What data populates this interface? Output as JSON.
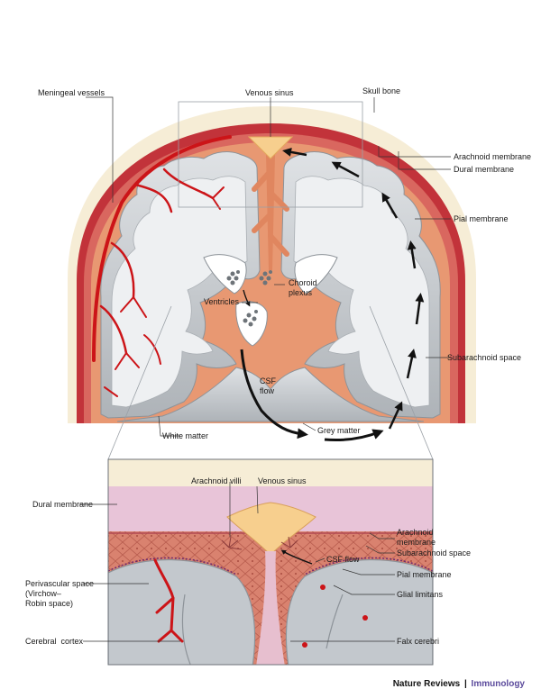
{
  "labels": {
    "meningeal_vessels": "Meningeal vessels",
    "venous_sinus_top": "Venous sinus",
    "skull_bone": "Skull bone",
    "arachnoid_membrane_top": "Arachnoid membrane",
    "dural_membrane_top": "Dural membrane",
    "pial_membrane_top": "Pial membrane",
    "choroid_plexus": "Choroid\nplexus",
    "ventricles": "Ventricles",
    "subarachnoid_space_top": "Subarachnoid space",
    "csf_flow_top": "CSF\nflow",
    "white_matter": "White matter",
    "grey_matter": "Grey matter",
    "arachnoid_villi": "Arachnoid villi",
    "venous_sinus_inset": "Venous sinus",
    "dural_membrane_inset": "Dural membrane",
    "arachnoid_membrane_inset": "Arachnoid\nmembrane",
    "subarachnoid_space_inset": "Subarachnoid space",
    "csf_flow_inset": "CSF flow",
    "pial_membrane_inset": "Pial membrane",
    "glial_limitans": "Glial limitans",
    "perivascular_space": "Perivascular space\n(Virchow–\nRobin space)",
    "cerebral_cortex": "Cerebral  cortex",
    "falx_cerebri": "Falx cerebri"
  },
  "credit": {
    "journal": "Nature Reviews",
    "separator": "|",
    "section": "Immunology"
  },
  "colors": {
    "skull": "#f6edd6",
    "dura_dark": "#c2333a",
    "dura_mid": "#d9675f",
    "subarachnoid": "#e89872",
    "brain_grey": "#c9cdd2",
    "white_matter": "#eef0f2",
    "vessel": "#cc1418",
    "sinus": "#f7cf8e",
    "inset_dura": "#e8c4d8",
    "inset_tissue": "#d88270",
    "accent_section": "#5b4a9c"
  }
}
